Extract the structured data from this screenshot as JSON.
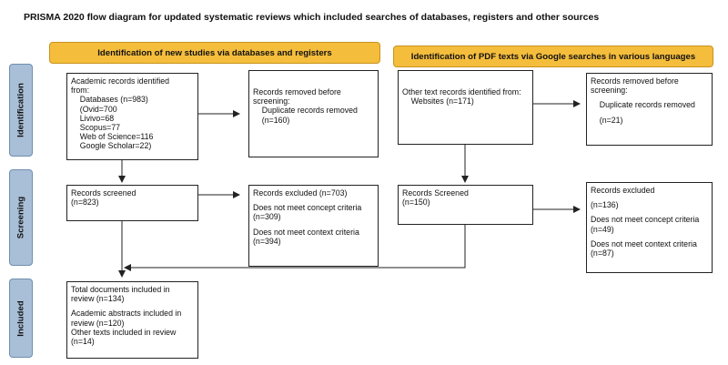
{
  "title": "PRISMA 2020 flow diagram for updated systematic reviews which included searches of databases, registers and other sources",
  "banners": {
    "left": "Identification of new studies via databases and registers",
    "right": "Identification of PDF texts via Google searches in various languages"
  },
  "stages": {
    "identification": "Identification",
    "screening": "Screening",
    "included": "Included"
  },
  "boxes": {
    "academic_records": [
      "Academic records identified",
      "from:",
      "    Databases (n=983)",
      "    (Ovid=700",
      "    Livivo=68",
      "    Scopus=77",
      "    Web of Science=116",
      "    Google Scholar=22)"
    ],
    "records_removed_left": [
      "Records removed before",
      "screening:",
      "    Duplicate records removed",
      "    (n=160)"
    ],
    "other_text_records": [
      "Other text records identified from:",
      "    Websites (n=171)"
    ],
    "records_removed_right": [
      "Records removed before",
      "screening:",
      "",
      "    Duplicate records removed",
      "",
      "    (n=21)"
    ],
    "records_screened_left": [
      "Records screened",
      "(n=823)"
    ],
    "records_excluded_left": [
      "Records excluded (n=703)",
      "",
      "Does not meet concept criteria",
      "(n=309)",
      "",
      "Does not meet context criteria",
      "(n=394)"
    ],
    "records_screened_right": [
      "Records Screened",
      "(n=150)"
    ],
    "records_excluded_right": [
      "Records excluded",
      "",
      "(n=136)",
      "",
      "Does not meet concept criteria",
      "(n=49)",
      "",
      "Does not meet context criteria",
      "(n=87)"
    ],
    "included": [
      "Total documents included in",
      "review (n=134)",
      "",
      "Academic abstracts included in",
      "review (n=120)",
      "Other texts included in review",
      "(n=14)"
    ]
  }
}
